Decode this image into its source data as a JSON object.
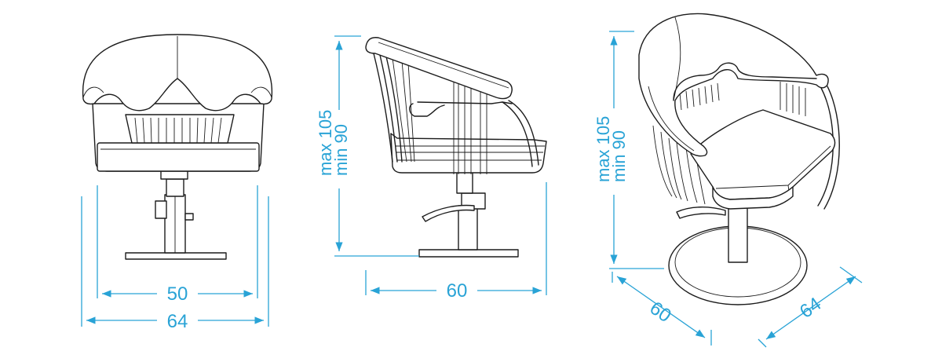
{
  "front_view": {
    "inner_width_label": "50",
    "outer_width_label": "64"
  },
  "side_view": {
    "depth_label": "60",
    "height_max_label": "max 105",
    "height_min_label": "min 90"
  },
  "perspective_view": {
    "height_max_label": "max 105",
    "height_min_label": "min 90",
    "depth_label": "60",
    "width_label": "64"
  },
  "colors": {
    "dimension": "#29a3d6",
    "outline": "#1c1c1c"
  }
}
